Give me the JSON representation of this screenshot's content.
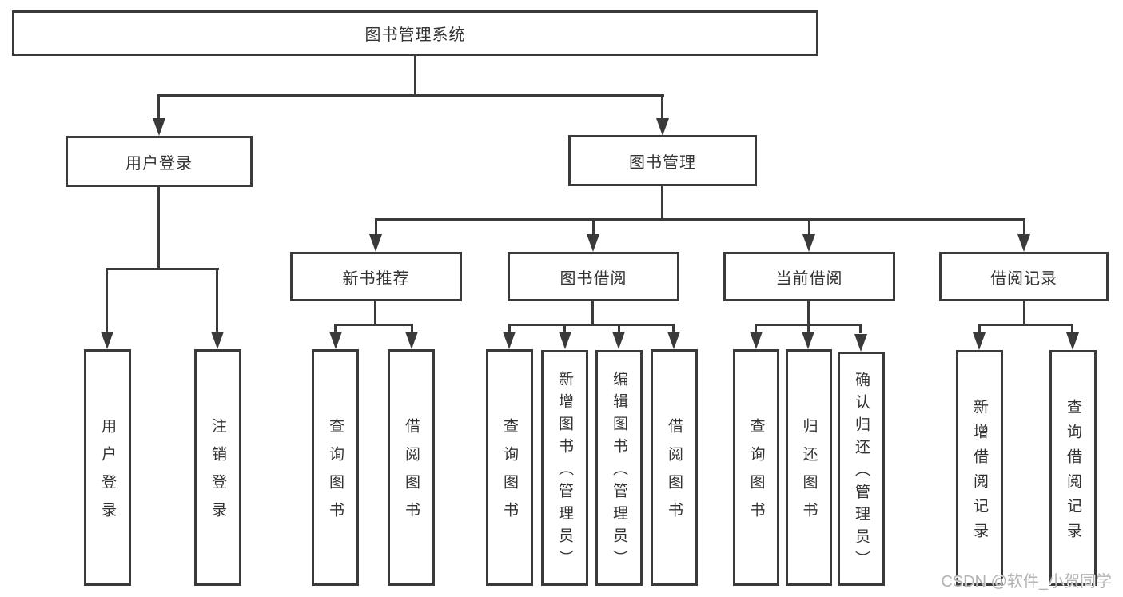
{
  "diagram": {
    "root": {
      "label": "图书管理系统"
    },
    "branches": [
      {
        "label": "用户登录",
        "children": [
          {
            "label": "用户登录"
          },
          {
            "label": "注销登录"
          }
        ]
      },
      {
        "label": "图书管理",
        "children": [
          {
            "label": "新书推荐",
            "children": [
              {
                "label": "查询图书"
              },
              {
                "label": "借阅图书"
              }
            ]
          },
          {
            "label": "图书借阅",
            "children": [
              {
                "label": "查询图书"
              },
              {
                "label": "新增图书（管理员）"
              },
              {
                "label": "编辑图书（管理员）"
              },
              {
                "label": "借阅图书"
              }
            ]
          },
          {
            "label": "当前借阅",
            "children": [
              {
                "label": "查询图书"
              },
              {
                "label": "归还图书"
              },
              {
                "label": "确认归还（管理员）"
              }
            ]
          },
          {
            "label": "借阅记录",
            "children": [
              {
                "label": "新增借阅记录"
              },
              {
                "label": "查询借阅记录"
              }
            ]
          }
        ]
      }
    ]
  },
  "watermark": {
    "text": "CSDN @软件_小贺同学"
  },
  "colors": {
    "line": "#3a3a3a",
    "text": "#333333",
    "box_fill": "#ffffff",
    "background": "#ffffff",
    "watermark": "#b3b3b3"
  }
}
